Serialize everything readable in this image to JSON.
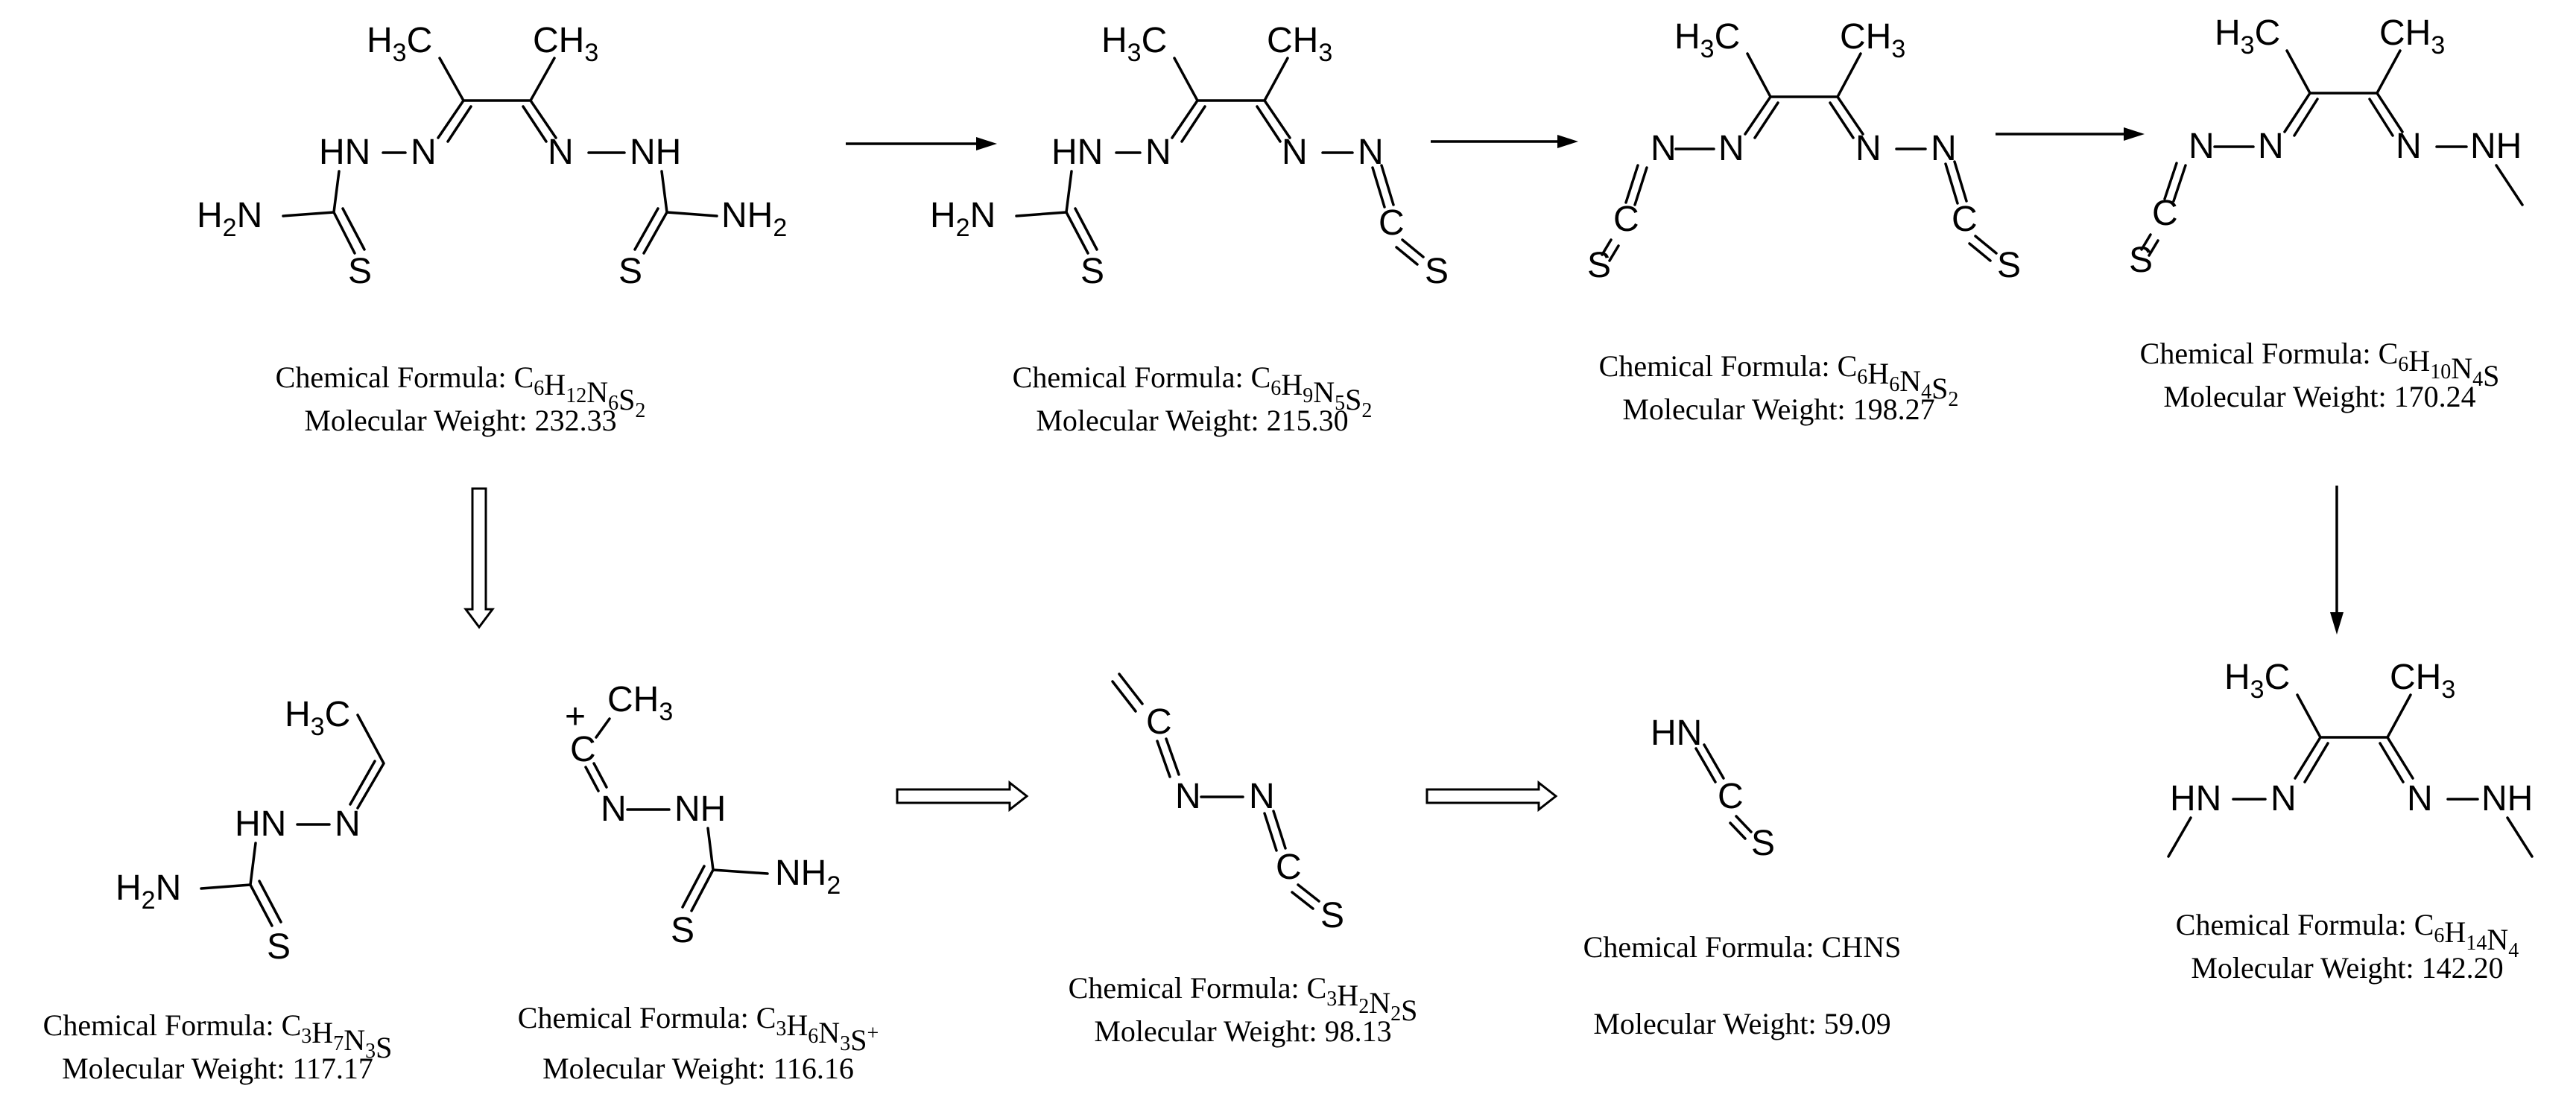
{
  "compounds": [
    {
      "id": "c1",
      "formula_label": "Chemical Formula: ",
      "formula": [
        [
          "C",
          ""
        ],
        [
          "",
          "6"
        ],
        [
          "H",
          ""
        ],
        [
          "",
          "12"
        ],
        [
          "N",
          ""
        ],
        [
          "",
          "6"
        ],
        [
          "S",
          ""
        ],
        [
          "",
          "2"
        ]
      ],
      "weight": "Molecular Weight: 232.33"
    },
    {
      "id": "c2",
      "formula_label": "Chemical Formula: ",
      "formula": [
        [
          "C",
          ""
        ],
        [
          "",
          "6"
        ],
        [
          "H",
          ""
        ],
        [
          "",
          "9"
        ],
        [
          "N",
          ""
        ],
        [
          "",
          "5"
        ],
        [
          "S",
          ""
        ],
        [
          "",
          "2"
        ]
      ],
      "weight": "Molecular Weight: 215.30"
    },
    {
      "id": "c3",
      "formula_label": "Chemical Formula: ",
      "formula": [
        [
          "C",
          ""
        ],
        [
          "",
          "6"
        ],
        [
          "H",
          ""
        ],
        [
          "",
          "6"
        ],
        [
          "N",
          ""
        ],
        [
          "",
          "4"
        ],
        [
          "S",
          ""
        ],
        [
          "",
          "2"
        ]
      ],
      "weight": "Molecular Weight: 198.27"
    },
    {
      "id": "c4",
      "formula_label": "Chemical Formula: ",
      "formula": [
        [
          "C",
          ""
        ],
        [
          "",
          "6"
        ],
        [
          "H",
          ""
        ],
        [
          "",
          "10"
        ],
        [
          "N",
          ""
        ],
        [
          "",
          "4"
        ],
        [
          "S",
          ""
        ]
      ],
      "weight": "Molecular Weight: 170.24"
    },
    {
      "id": "c5",
      "formula_label": "Chemical Formula: ",
      "formula": [
        [
          "C",
          ""
        ],
        [
          "",
          "6"
        ],
        [
          "H",
          ""
        ],
        [
          "",
          "14"
        ],
        [
          "N",
          ""
        ],
        [
          "",
          "4"
        ]
      ],
      "weight": "Molecular Weight: 142.20"
    },
    {
      "id": "c6",
      "formula_label": "Chemical Formula: ",
      "formula": [
        [
          "C",
          ""
        ],
        [
          "",
          "3"
        ],
        [
          "H",
          ""
        ],
        [
          "",
          "7"
        ],
        [
          "N",
          ""
        ],
        [
          "",
          "3"
        ],
        [
          "S",
          ""
        ]
      ],
      "weight": "Molecular Weight: 117.17"
    },
    {
      "id": "c7",
      "formula_label": "Chemical Formula: ",
      "formula": [
        [
          "C",
          ""
        ],
        [
          "",
          "3"
        ],
        [
          "H",
          ""
        ],
        [
          "",
          "6"
        ],
        [
          "N",
          ""
        ],
        [
          "",
          "3"
        ],
        [
          "S",
          ""
        ],
        [
          "^",
          "+"
        ]
      ],
      "weight": "Molecular Weight: 116.16"
    },
    {
      "id": "c8",
      "formula_label": "Chemical Formula: ",
      "formula": [
        [
          "C",
          ""
        ],
        [
          "",
          "3"
        ],
        [
          "H",
          ""
        ],
        [
          "",
          "2"
        ],
        [
          "N",
          ""
        ],
        [
          "",
          "2"
        ],
        [
          "S",
          ""
        ]
      ],
      "weight": "Molecular Weight: 98.13"
    },
    {
      "id": "c9",
      "formula_label": "Chemical Formula: ",
      "formula": [
        [
          "CHNS",
          ""
        ]
      ],
      "weight": "Molecular Weight: 59.09"
    }
  ],
  "atoms": {
    "H3C": "H",
    "CH3": "CH",
    "sub3": "3",
    "sub2": "2",
    "HN": "HN",
    "NH": "NH",
    "N": "N",
    "H2N": "H",
    "NH2": "NH",
    "S": "S",
    "C": "C",
    "plus": "+"
  },
  "colors": {
    "ink": "#000000",
    "background": "#ffffff"
  }
}
